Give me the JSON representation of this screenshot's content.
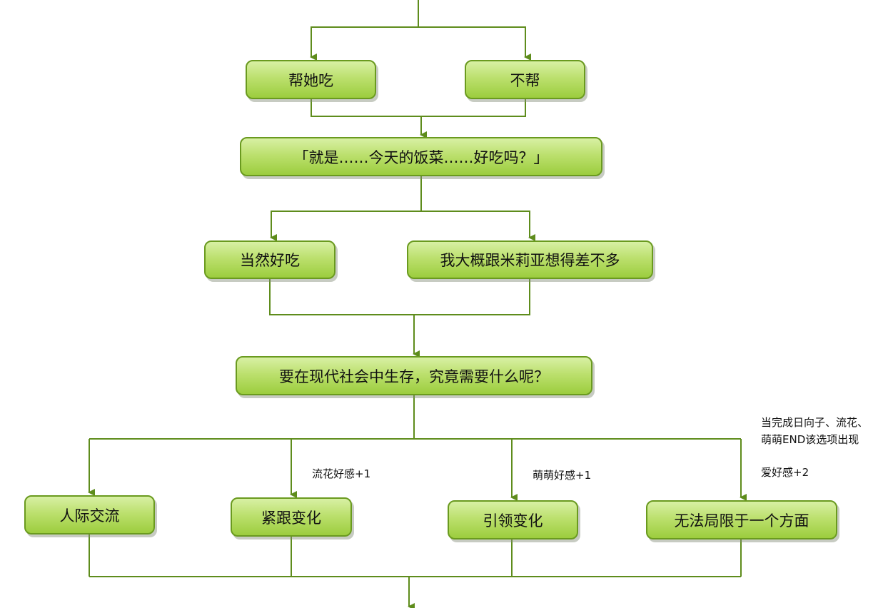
{
  "nodes": {
    "help_eat": "帮她吃",
    "no_help": "不帮",
    "question_food": "「就是……今天的饭菜……好吃吗？」",
    "of_course_tasty": "当然好吃",
    "same_as_milia": "我大概跟米莉亚想得差不多",
    "question_survive": "要在现代社会中生存，究竟需要什么呢？",
    "interpersonal": "人际交流",
    "follow_change": "紧跟变化",
    "lead_change": "引领变化",
    "not_limited": "无法局限于一个方面"
  },
  "notes": {
    "liuhua_affection": "流花好感+1",
    "mengmeng_affection": "萌萌好感+1",
    "condition_line1": "当完成日向子、流花、",
    "condition_line2": "萌萌END该选项出现",
    "ai_affection": "爱好感+2"
  },
  "colors": {
    "connector": "#5e8c1c",
    "node_border": "#6a9a1f",
    "node_fill_top": "#d8f0a4",
    "node_fill_bottom": "#9ccd3e"
  }
}
